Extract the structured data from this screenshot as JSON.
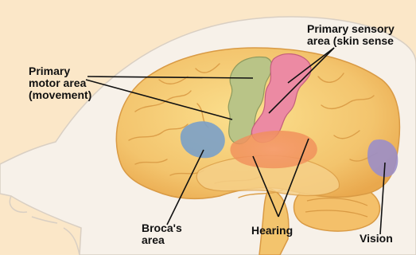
{
  "labels": {
    "primary_motor": {
      "line1": "Primary",
      "line2": "motor area",
      "line3": "(movement)"
    },
    "primary_sensory": {
      "line1": "Primary sensory",
      "line2": "area (skin sense"
    },
    "broca": {
      "line1": "Broca's",
      "line2": "area"
    },
    "hearing": "Hearing",
    "vision": "Vision"
  },
  "colors": {
    "background": "#fbe7c8",
    "head_skin": "#f7f1e9",
    "brain": "#f3c46d",
    "motor_area": "#b9c487",
    "sensory_area": "#ec8aa3",
    "broca_area": "#7aa0c8",
    "hearing_area": "#ef8a55",
    "vision_area": "#9b8ec8",
    "pointer_lines": "#111111"
  }
}
